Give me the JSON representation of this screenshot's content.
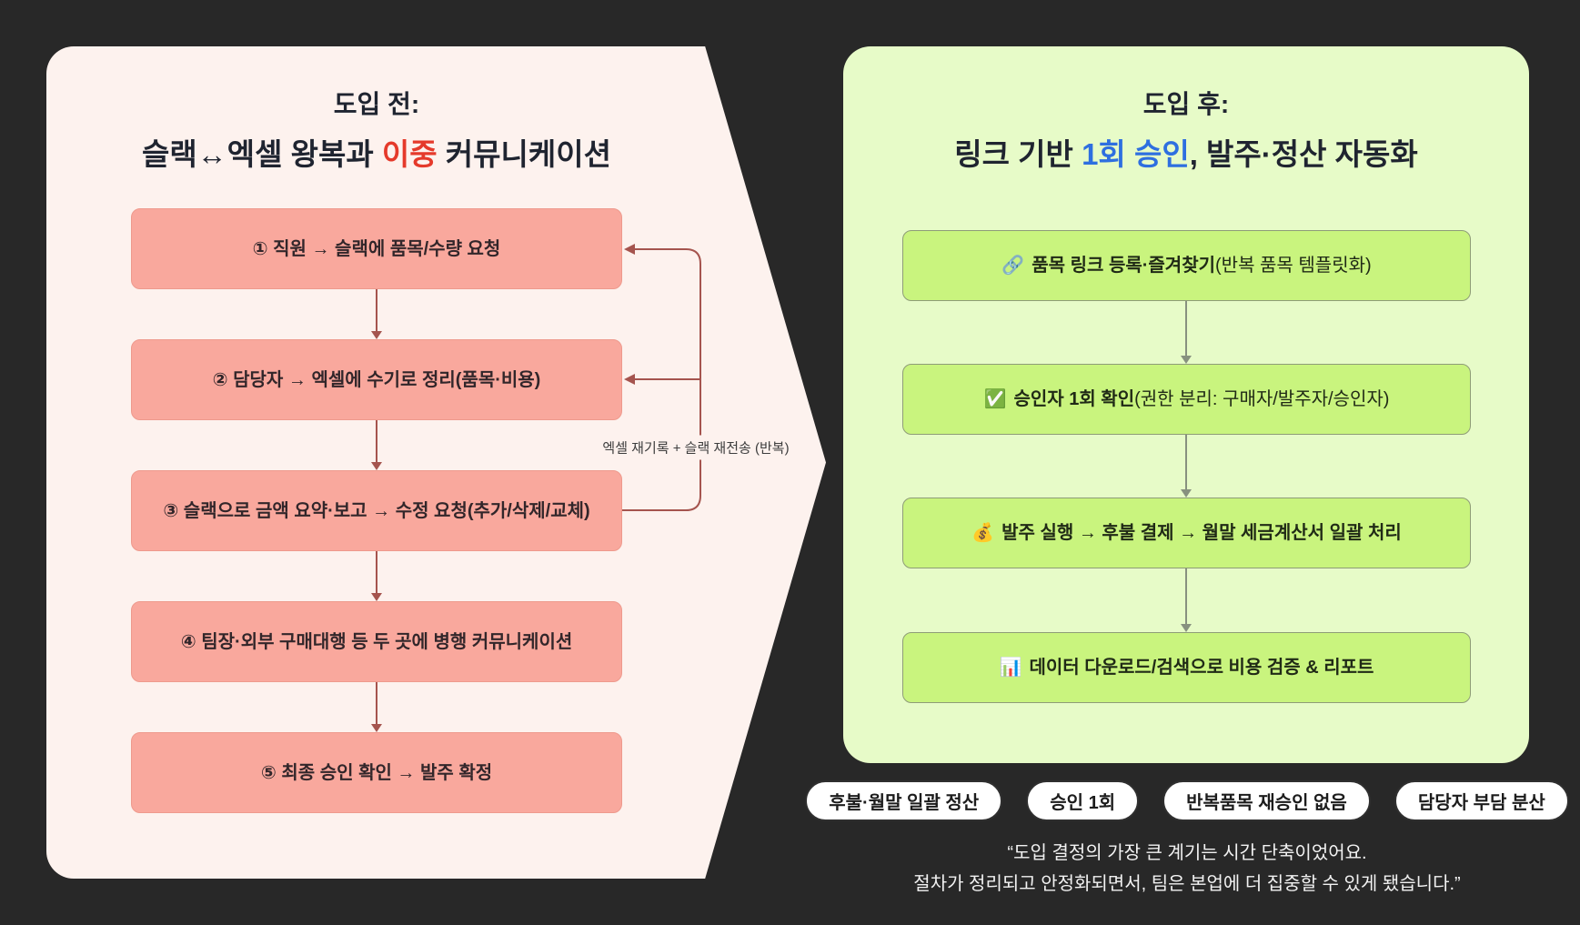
{
  "theme": {
    "page_bg": "#282828",
    "before_panel_bg": "#fdf2ee",
    "before_box_bg": "#f9a89d",
    "before_arrow_color": "#a5544e",
    "before_accent_color": "#e53a2b",
    "after_panel_bg": "#e7fbc8",
    "after_box_bg": "#c9f47e",
    "after_arrow_color": "#87917f",
    "after_accent_color": "#2e6fe0",
    "badge_bg": "#ffffff",
    "quote_color": "#f2f2f2"
  },
  "before": {
    "title_line1": "도입 전:",
    "title2_pre": "슬랙↔엑셀 왕복과 ",
    "title2_accent": "이중",
    "title2_post": " 커뮤니케이션",
    "steps": [
      "① 직원 → 슬랙에 품목/수량 요청",
      "② 담당자 → 엑셀에 수기로 정리(품목·비용)",
      "③ 슬랙으로 금액 요약·보고 → 수정 요청(추가/삭제/교체)",
      "④ 팀장·외부 구매대행 등 두 곳에 병행 커뮤니케이션",
      "⑤ 최종 승인 확인 → 발주 확정"
    ],
    "loop_label": "엑셀 재기록 + 슬랙 재전송 (반복)"
  },
  "after": {
    "title_line1": "도입 후:",
    "title2_pre": "링크 기반 ",
    "title2_accent": "1회 승인",
    "title2_post": ", 발주·정산 자동화",
    "steps": [
      {
        "icon": "🔗",
        "bold": "품목 링크 등록·즐겨찾기",
        "rest": "(반복 품목 템플릿화)"
      },
      {
        "icon": "✅",
        "bold": "승인자 1회 확인",
        "rest": "(권한 분리: 구매자/발주자/승인자)"
      },
      {
        "icon": "💰",
        "bold": "발주 실행 → 후불 결제 → 월말 세금계산서 일괄 처리",
        "rest": ""
      },
      {
        "icon": "📊",
        "bold": "데이터 다운로드/검색으로 비용 검증 & 리포트",
        "rest": ""
      }
    ]
  },
  "badges": [
    "후불·월말 일괄 정산",
    "승인 1회",
    "반복품목 재승인 없음",
    "담당자 부담 분산"
  ],
  "quote": {
    "line1": "“도입 결정의 가장 큰 계기는 시간 단축이었어요.",
    "line2": "절차가 정리되고 안정화되면서, 팀은 본업에 더 집중할 수 있게 됐습니다.”"
  }
}
